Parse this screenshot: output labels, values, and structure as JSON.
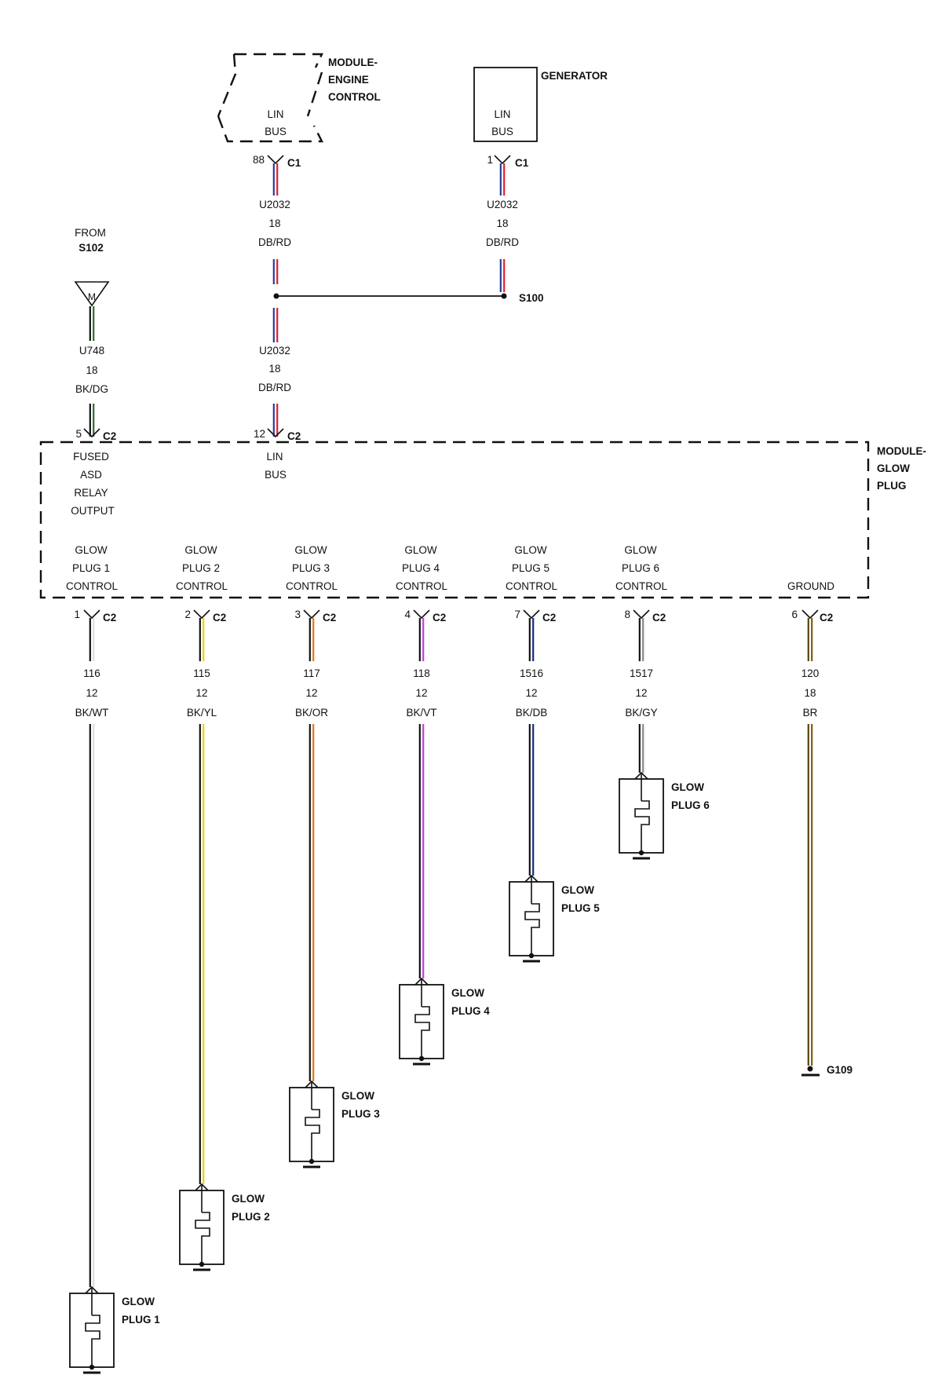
{
  "modules": {
    "ecm": {
      "name": [
        "MODULE-",
        "ENGINE",
        "CONTROL"
      ],
      "pin_label": [
        "LIN",
        "BUS"
      ]
    },
    "generator": {
      "name": "GENERATOR",
      "pin_label": [
        "LIN",
        "BUS"
      ]
    },
    "glow_module": {
      "name": [
        "MODULE-",
        "GLOW",
        "PLUG"
      ],
      "pins": {
        "fused_asd": [
          "FUSED",
          "ASD",
          "RELAY",
          "OUTPUT"
        ],
        "lin_bus": [
          "LIN",
          "BUS"
        ],
        "glow1": [
          "GLOW",
          "PLUG 1",
          "CONTROL"
        ],
        "glow2": [
          "GLOW",
          "PLUG 2",
          "CONTROL"
        ],
        "glow3": [
          "GLOW",
          "PLUG 3",
          "CONTROL"
        ],
        "glow4": [
          "GLOW",
          "PLUG 4",
          "CONTROL"
        ],
        "glow5": [
          "GLOW",
          "PLUG 5",
          "CONTROL"
        ],
        "glow6": [
          "GLOW",
          "PLUG 6",
          "CONTROL"
        ],
        "ground": "GROUND"
      }
    }
  },
  "source": {
    "from": "FROM",
    "splice": "S102",
    "symbol": "M"
  },
  "connectors": {
    "ecm_c1": {
      "pin": "88",
      "name": "C1"
    },
    "gen_c1": {
      "pin": "1",
      "name": "C1"
    },
    "asd_c2": {
      "pin": "5",
      "name": "C2"
    },
    "lin_c2": {
      "pin": "12",
      "name": "C2"
    },
    "gp1_c2": {
      "pin": "1",
      "name": "C2"
    },
    "gp2_c2": {
      "pin": "2",
      "name": "C2"
    },
    "gp3_c2": {
      "pin": "3",
      "name": "C2"
    },
    "gp4_c2": {
      "pin": "4",
      "name": "C2"
    },
    "gp5_c2": {
      "pin": "7",
      "name": "C2"
    },
    "gp6_c2": {
      "pin": "8",
      "name": "C2"
    },
    "gnd_c2": {
      "pin": "6",
      "name": "C2"
    }
  },
  "circuits": {
    "ecm_lin": [
      "U2032",
      "18",
      "DB/RD"
    ],
    "gen_lin": [
      "U2032",
      "18",
      "DB/RD"
    ],
    "mod_lin": [
      "U2032",
      "18",
      "DB/RD"
    ],
    "asd": [
      "U748",
      "18",
      "BK/DG"
    ],
    "gp1": [
      "116",
      "12",
      "BK/WT"
    ],
    "gp2": [
      "115",
      "12",
      "BK/YL"
    ],
    "gp3": [
      "117",
      "12",
      "BK/OR"
    ],
    "gp4": [
      "118",
      "12",
      "BK/VT"
    ],
    "gp5": [
      "1516",
      "12",
      "BK/DB"
    ],
    "gp6": [
      "1517",
      "12",
      "BK/GY"
    ],
    "gnd": [
      "120",
      "18",
      "BR"
    ]
  },
  "splice_s100": "S100",
  "ground_g109": "G109",
  "glow_plugs": {
    "gp1": [
      "GLOW",
      "PLUG 1"
    ],
    "gp2": [
      "GLOW",
      "PLUG 2"
    ],
    "gp3": [
      "GLOW",
      "PLUG 3"
    ],
    "gp4": [
      "GLOW",
      "PLUG 4"
    ],
    "gp5": [
      "GLOW",
      "PLUG 5"
    ],
    "gp6": [
      "GLOW",
      "PLUG 6"
    ]
  },
  "wire_colors": {
    "DB/RD": [
      "#2a3a9a",
      "#e0202a"
    ],
    "BK/DG": [
      "#111111",
      "#2f6b2f"
    ],
    "BK/WT": [
      "#111111",
      "#dddddd"
    ],
    "BK/YL": [
      "#111111",
      "#e8d200"
    ],
    "BK/OR": [
      "#111111",
      "#e07818"
    ],
    "BK/VT": [
      "#111111",
      "#c040d8"
    ],
    "BK/DB": [
      "#111111",
      "#1a2a7a"
    ],
    "BK/GY": [
      "#111111",
      "#8a8a8a"
    ],
    "BR": [
      "#5a4308",
      "#7a5c10"
    ]
  }
}
